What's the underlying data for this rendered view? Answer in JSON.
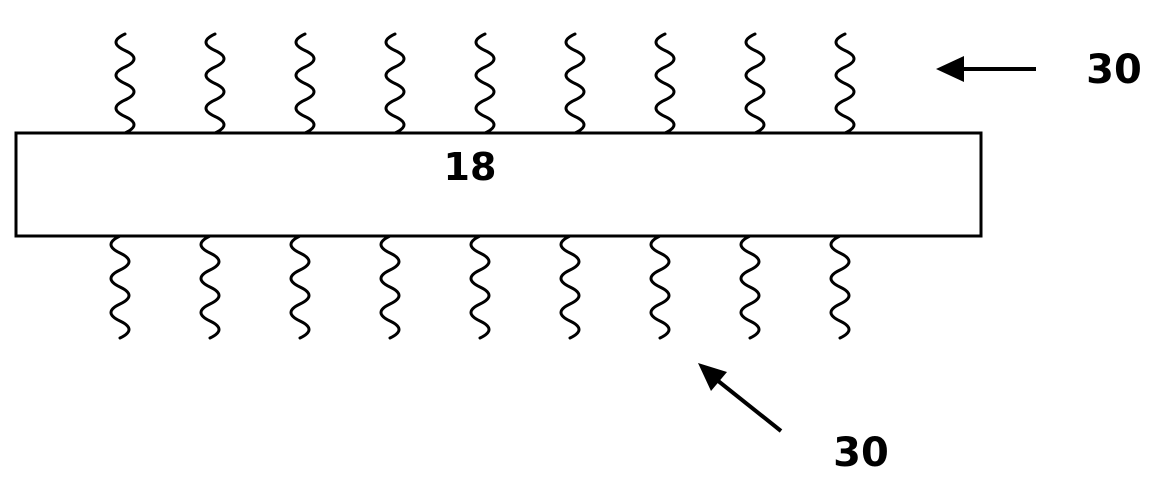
{
  "substrate": {
    "label": "18"
  },
  "chains_top": {
    "count": 9,
    "label": "30"
  },
  "chains_bottom": {
    "count": 9,
    "label": "30"
  },
  "colors": {
    "line": "#000000",
    "background": "#ffffff"
  }
}
